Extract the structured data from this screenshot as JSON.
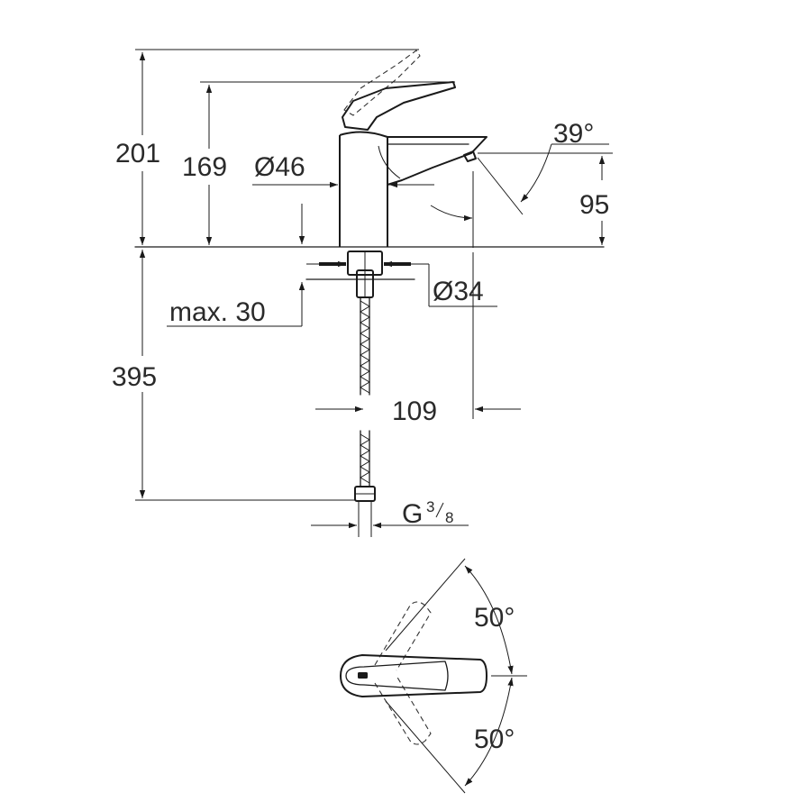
{
  "dimensions": {
    "total_height": "201",
    "spout_height": "169",
    "body_diameter": "Ø46",
    "spout_angle": "39°",
    "aerator_height": "95",
    "hole_diameter": "Ø34",
    "max_counter_thickness": "max. 30",
    "hose_length": "395",
    "spout_reach": "109",
    "thread_size_main": "G",
    "thread_size_num": "3",
    "thread_size_den": "8",
    "rotation_top": "50°",
    "rotation_bottom": "50°"
  }
}
